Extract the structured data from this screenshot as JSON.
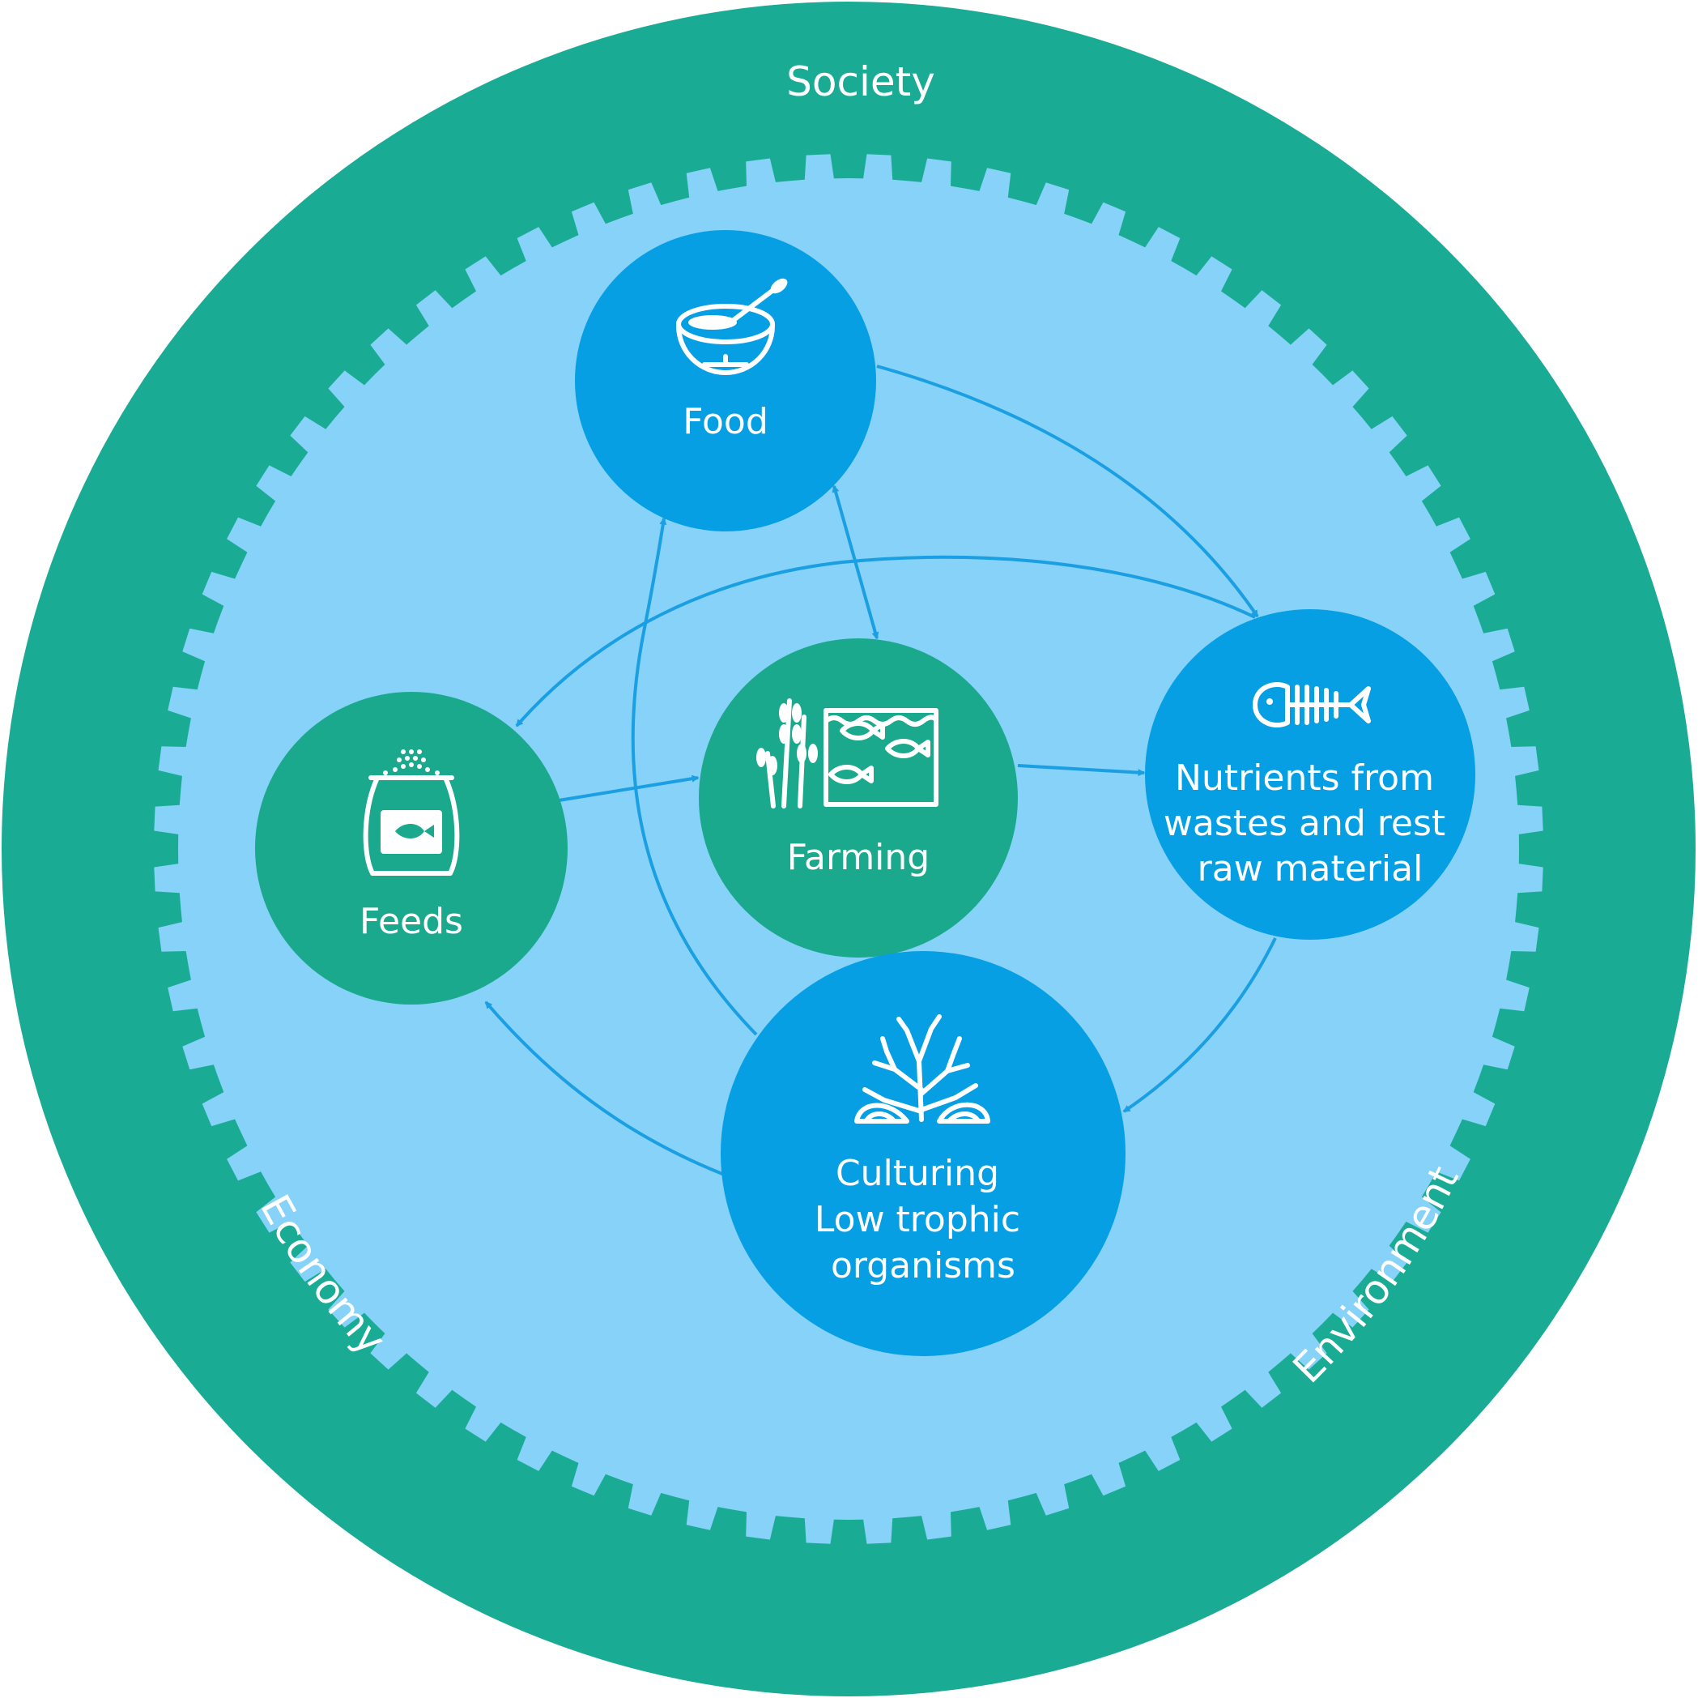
{
  "colors": {
    "outer_ring": "#19ab94",
    "gear": "#86d2f8",
    "green_node": "#1aa98c",
    "blue_node": "#069fe4",
    "arrow": "#1a9fe2",
    "icon": "#ffffff"
  },
  "ring_labels": {
    "society": "Society",
    "economy": "Economy",
    "environment": "Environment"
  },
  "nodes": {
    "food": {
      "label": "Food",
      "icon": "bowl-icon"
    },
    "feeds": {
      "label": "Feeds",
      "icon": "feed-bag-icon"
    },
    "farming": {
      "label": "Farming",
      "icon": "wheat-and-fish-tank-icon"
    },
    "nutrients": {
      "label_lines": [
        "Nutrients from",
        "wastes and rest",
        "raw material"
      ],
      "icon": "fish-skeleton-icon"
    },
    "culturing": {
      "label_lines": [
        "Culturing",
        "Low trophic",
        "organisms"
      ],
      "icon": "seaweed-mussel-icon"
    }
  },
  "flows": [
    {
      "from": "Food",
      "to": "Nutrients from wastes and rest raw material"
    },
    {
      "from": "Food",
      "to": "Farming",
      "bidirectional": true
    },
    {
      "from": "Nutrients from wastes and rest raw material",
      "to": "Feeds"
    },
    {
      "from": "Feeds",
      "to": "Farming"
    },
    {
      "from": "Farming",
      "to": "Nutrients from wastes and rest raw material"
    },
    {
      "from": "Nutrients from wastes and rest raw material",
      "to": "Culturing Low trophic organisms"
    },
    {
      "from": "Culturing Low trophic organisms",
      "to": "Feeds"
    },
    {
      "from": "Culturing Low trophic organisms",
      "to": "Food"
    }
  ]
}
